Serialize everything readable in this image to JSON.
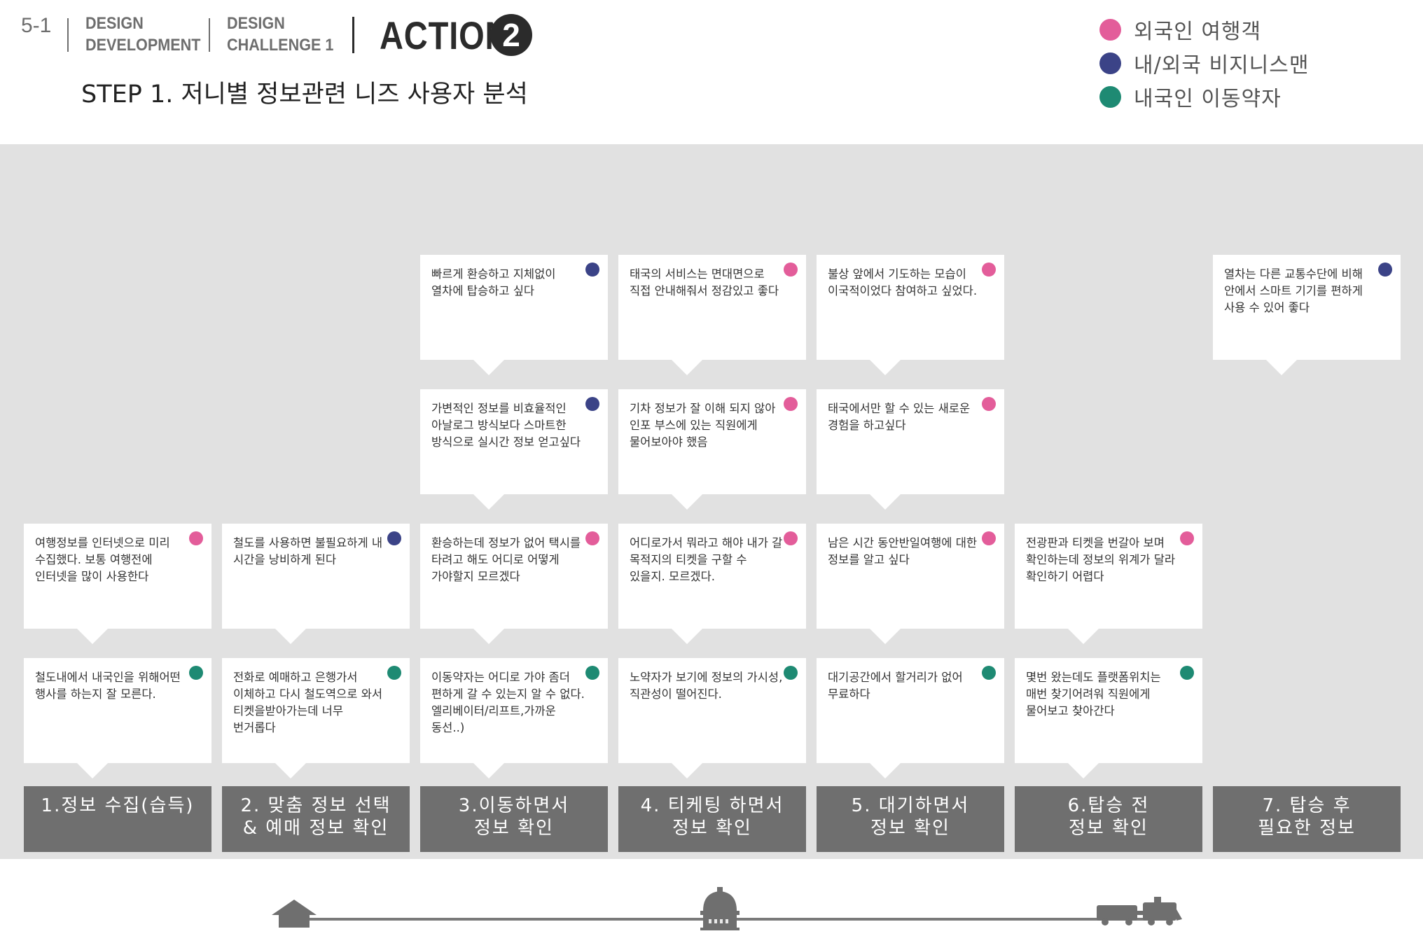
{
  "header": {
    "page_number": "5-1",
    "crumb1": [
      "DESIGN",
      "DEVELOPMENT"
    ],
    "crumb2": [
      "DESIGN",
      "CHALLENGE 1"
    ],
    "action_title": "ACTION",
    "action_number": "2",
    "step_title": "STEP 1. 저니별 정보관련 니즈 사용자 분석"
  },
  "legend": [
    {
      "label": "외국인 여행객",
      "color": "#e35d9a"
    },
    {
      "label": "내/외국 비지니스맨",
      "color": "#3b4387"
    },
    {
      "label": "내국인 이동약자",
      "color": "#1e8a73"
    }
  ],
  "stages": [
    "1.정보 수집(습득)",
    "2. 맞춤 정보 선택\n& 예매 정보 확인",
    "3.이동하면서\n정보 확인",
    "4. 티케팅 하면서\n정보 확인",
    "5. 대기하면서\n정보 확인",
    "6.탑승 전\n정보 확인",
    "7. 탑승 후\n필요한 정보"
  ],
  "cards": {
    "row1": [
      {
        "col": 2,
        "color": "#3b4387",
        "text": "빠르게 환승하고 지체없이 열차에 탑승하고 싶다"
      },
      {
        "col": 3,
        "color": "#e35d9a",
        "text": "태국의 서비스는 면대면으로 직접 안내해줘서 정감있고 좋다"
      },
      {
        "col": 4,
        "color": "#e35d9a",
        "text": "불상 앞에서 기도하는 모습이 이국적이었다 참여하고 싶었다."
      },
      {
        "col": 6,
        "color": "#3b4387",
        "text": "열차는 다른 교통수단에 비해 안에서 스마트 기기를 편하게 사용 수 있어 좋다"
      }
    ],
    "row2": [
      {
        "col": 2,
        "color": "#3b4387",
        "text": "가변적인 정보를 비효율적인 아날로그 방식보다 스마트한 방식으로 실시간 정보 얻고싶다"
      },
      {
        "col": 3,
        "color": "#e35d9a",
        "text": "기차 정보가 잘 이해 되지 않아 인포 부스에 있는 직원에게 물어보아야 했음"
      },
      {
        "col": 4,
        "color": "#e35d9a",
        "text": "태국에서만 할 수 있는 새로운 경험을 하고싶다"
      }
    ],
    "row3": [
      {
        "col": 0,
        "color": "#e35d9a",
        "text": "여행정보를 인터넷으로 미리 수집했다. 보통 여행전에 인터넷을 많이 사용한다"
      },
      {
        "col": 1,
        "color": "#3b4387",
        "text": "철도를 사용하면 불필요하게 내 시간을 낭비하게 된다"
      },
      {
        "col": 2,
        "color": "#e35d9a",
        "text": "환승하는데 정보가 없어 택시를 타려고 해도 어디로 어떻게 가야할지 모르겠다"
      },
      {
        "col": 3,
        "color": "#e35d9a",
        "text": "어디로가서 뭐라고 해야 내가 갈 목적지의 티켓을 구할 수 있을지. 모르겠다."
      },
      {
        "col": 4,
        "color": "#e35d9a",
        "text": "남은 시간 동안반일여행에 대한 정보를 알고 싶다"
      },
      {
        "col": 5,
        "color": "#e35d9a",
        "text": "전광판과 티켓을 번갈아 보며 확인하는데 정보의 위계가 달라 확인하기 어렵다"
      }
    ],
    "row4": [
      {
        "col": 0,
        "color": "#1e8a73",
        "text": "철도내에서 내국인을 위해어떤 행사를 하는지 잘 모른다."
      },
      {
        "col": 1,
        "color": "#1e8a73",
        "text": "전화로 예매하고 은행가서 이체하고 다시 철도역으로 와서 티켓을받아가는데 너무 번거롭다"
      },
      {
        "col": 2,
        "color": "#1e8a73",
        "text": "이동약자는 어디로 가야 좀더 편하게 갈 수 있는지 알 수 없다. 엘리베이터/리프트,가까운 동선..)"
      },
      {
        "col": 3,
        "color": "#1e8a73",
        "text": "노약자가 보기에 정보의 가시성, 직관성이 떨어진다."
      },
      {
        "col": 4,
        "color": "#1e8a73",
        "text": "대기공간에서 할거리가 없어 무료하다"
      },
      {
        "col": 5,
        "color": "#1e8a73",
        "text": "몇번 왔는데도 플랫폼위치는 매번 찾기어려워 직원에게 물어보고 찾아간다"
      }
    ]
  },
  "timeline_icons": [
    "house-icon",
    "station-icon",
    "train-icon"
  ]
}
